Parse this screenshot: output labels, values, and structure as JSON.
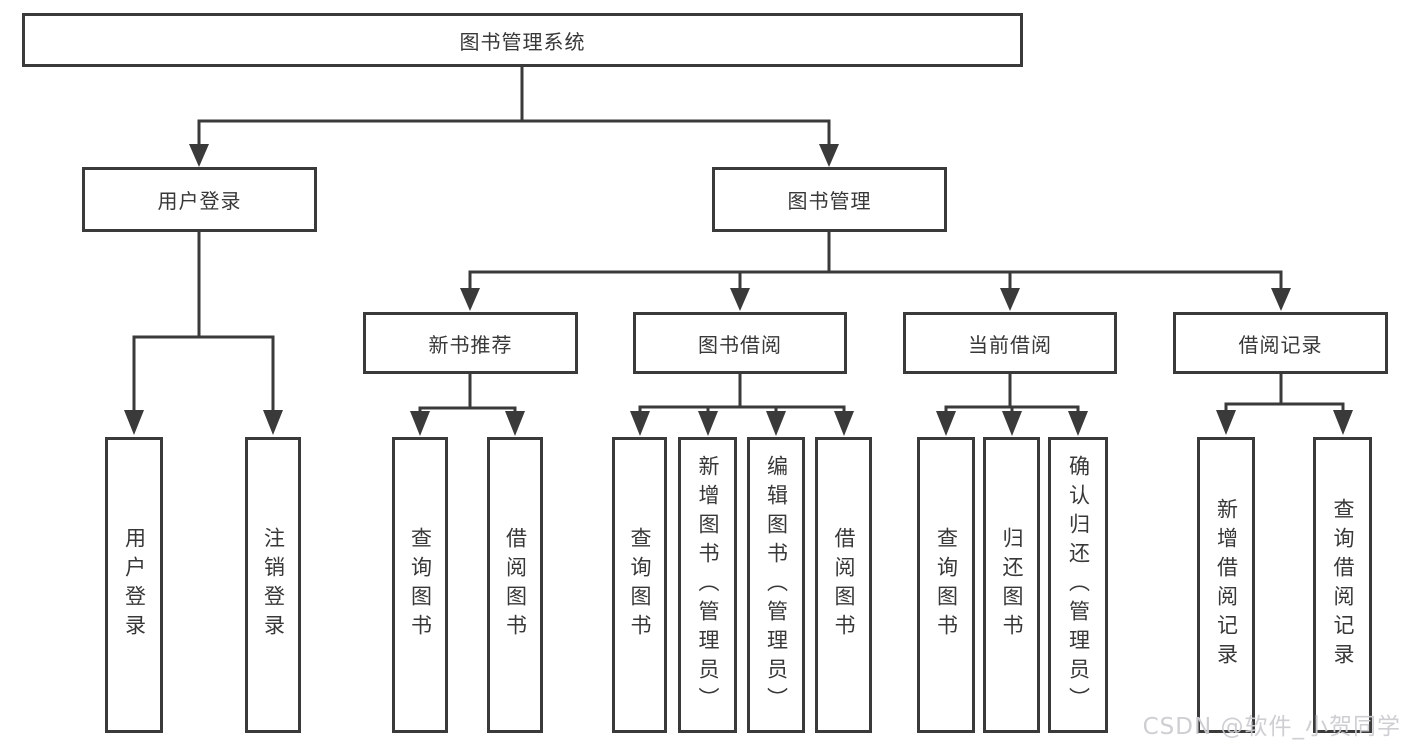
{
  "diagram": {
    "root": "图书管理系统",
    "level2": [
      "用户登录",
      "图书管理"
    ],
    "level3": [
      "新书推荐",
      "图书借阅",
      "当前借阅",
      "借阅记录"
    ],
    "leaves": {
      "user_login": [
        "用户登录",
        "注销登录"
      ],
      "new_books": [
        "查询图书",
        "借阅图书"
      ],
      "book_borrow": [
        "查询图书",
        "新增图书（管理员）",
        "编辑图书（管理员）",
        "借阅图书"
      ],
      "current_borrow": [
        "查询图书",
        "归还图书",
        "确认归还（管理员）"
      ],
      "borrow_records": [
        "新增借阅记录",
        "查询借阅记录"
      ]
    }
  },
  "watermark": "CSDN @软件_小贺同学",
  "colors": {
    "line": "#3a3a3a",
    "box_border": "#3a3a3a",
    "text": "#383838",
    "background": "#ffffff",
    "watermark": "#cbcbd1"
  }
}
